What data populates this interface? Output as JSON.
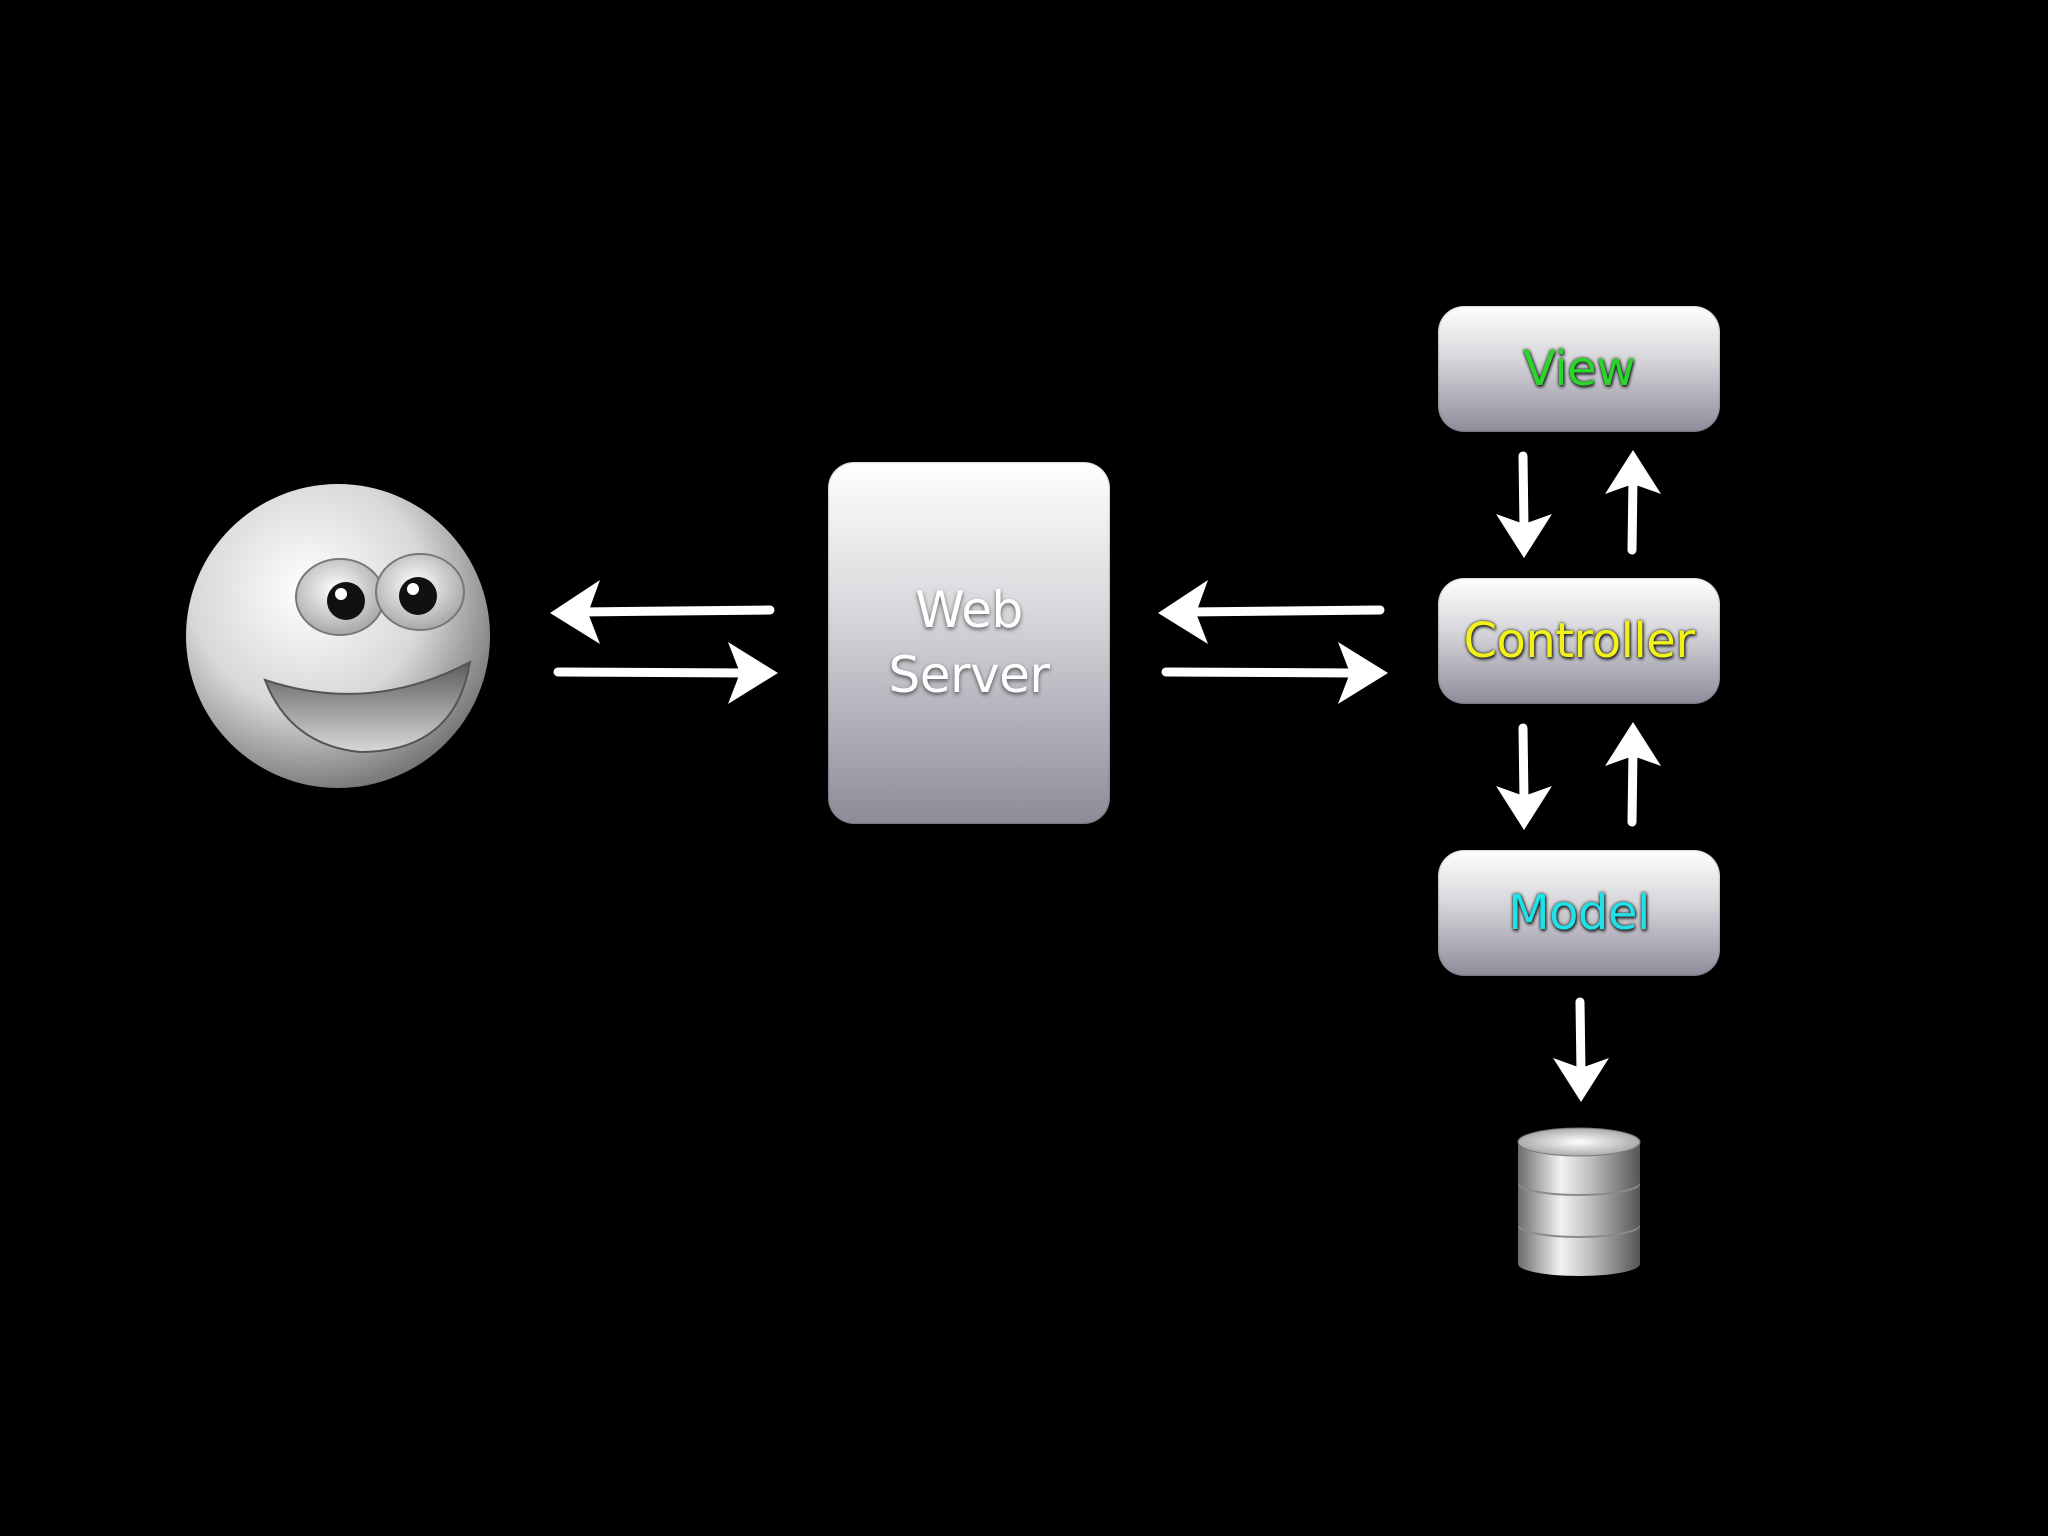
{
  "nodes": {
    "web_server": {
      "line1": "Web",
      "line2": "Server"
    },
    "view": {
      "label": "View",
      "color": "#2bd62b"
    },
    "controller": {
      "label": "Controller",
      "color": "#f2f21a"
    },
    "model": {
      "label": "Model",
      "color": "#20e0e8"
    }
  },
  "icons": {
    "user": "smiley-face-icon",
    "database": "database-icon"
  },
  "colors": {
    "background": "#000000",
    "arrow": "#ffffff"
  }
}
